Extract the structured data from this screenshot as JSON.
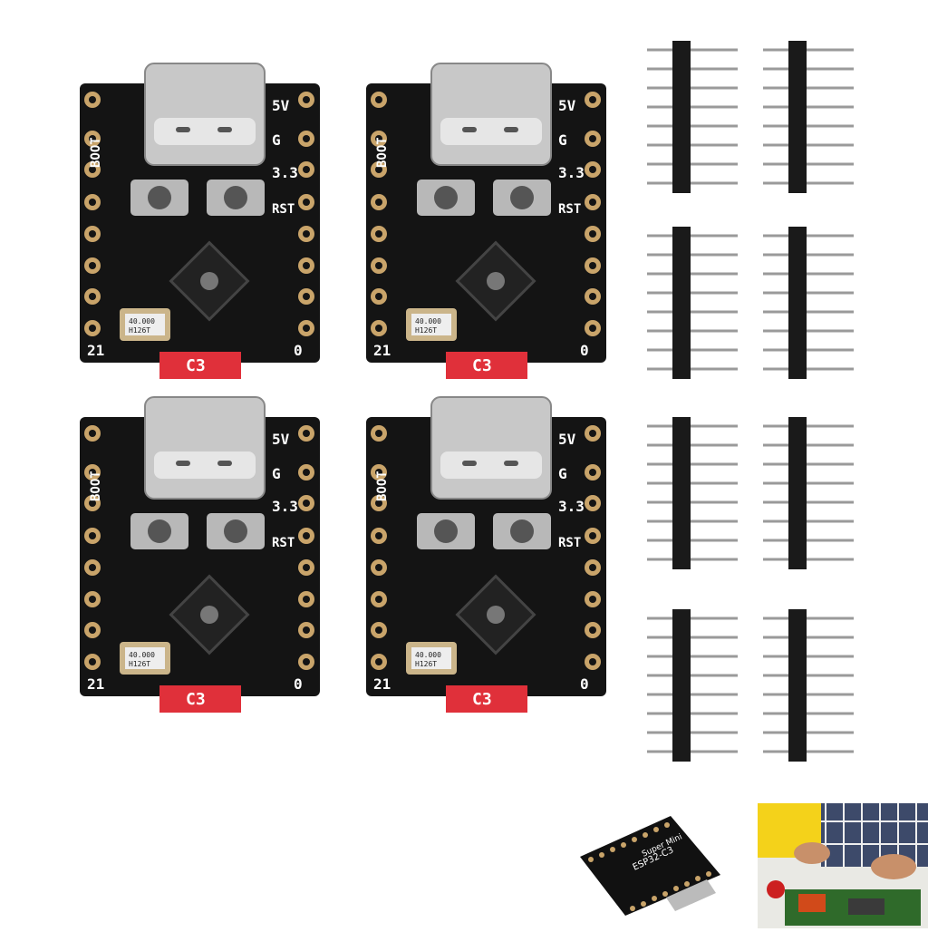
{
  "boards": [
    {
      "id": "board-1",
      "labels": {
        "v5": "5V",
        "gnd": "G",
        "v33": "3.3",
        "boot": "BOOT",
        "rst": "RST",
        "pin21": "21",
        "pin0": "0",
        "chip_tag": "C3",
        "crystal": "40.000",
        "crystal_code": "H126T"
      }
    },
    {
      "id": "board-2",
      "labels": {
        "v5": "5V",
        "gnd": "G",
        "v33": "3.3",
        "boot": "BOOT",
        "rst": "RST",
        "pin21": "21",
        "pin0": "0",
        "chip_tag": "C3",
        "crystal": "40.000",
        "crystal_code": "H126T"
      }
    },
    {
      "id": "board-3",
      "labels": {
        "v5": "5V",
        "gnd": "G",
        "v33": "3.3",
        "boot": "BOOT",
        "rst": "RST",
        "pin21": "21",
        "pin0": "0",
        "chip_tag": "C3",
        "crystal": "40.000",
        "crystal_code": "H126T"
      }
    },
    {
      "id": "board-4",
      "labels": {
        "v5": "5V",
        "gnd": "G",
        "v33": "3.3",
        "boot": "BOOT",
        "rst": "RST",
        "pin21": "21",
        "pin0": "0",
        "chip_tag": "C3",
        "crystal": "40.000",
        "crystal_code": "H126T"
      }
    }
  ],
  "pin_headers": {
    "count": 8,
    "pins_per_header": 8
  },
  "thumbnail_module": {
    "label_1": "ESP32-C3",
    "label_2": "Super Mini"
  },
  "thumbnail_photo": {
    "subject": "soldering-workbench"
  },
  "colors": {
    "pcb": "#141414",
    "pad": "#c9a46a",
    "chip": "#222222",
    "chip_tag": "#e0303a",
    "usb": "#c8c8c8",
    "header_plastic": "#1a1a1a",
    "header_pin": "#9a9a9a"
  }
}
